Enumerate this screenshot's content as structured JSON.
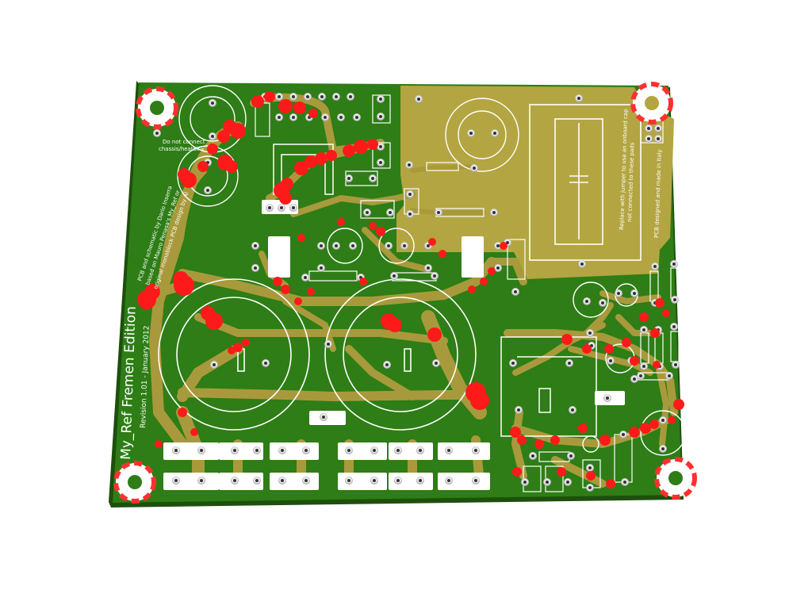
{
  "board": {
    "title": "My_Ref Fremen Edition",
    "revision": "Revision 1.01 - January 2012",
    "credit_line_1": "PCB and schematic by Dario Inserra",
    "credit_line_2": "based on Mauro Penasa's My_Ref or",
    "credit_line_3": "original monoblock PCB design by Al",
    "warning": "Do not connect",
    "warning_2": "chassis/heatsink",
    "replace_note_1": "Replace with jumper to use an onboard cap",
    "replace_note_2": "not connected to these pads",
    "made_in": "PCB designed and made in Italy"
  },
  "colors": {
    "solder_mask": "#2e7d16",
    "copper": "#a89a3c",
    "copper_pour": "#b3a541",
    "silkscreen": "#ffffff",
    "solder_blob": "#ff1a1a",
    "pad": "#f2f2f2",
    "edge": "#1d4f0d"
  }
}
